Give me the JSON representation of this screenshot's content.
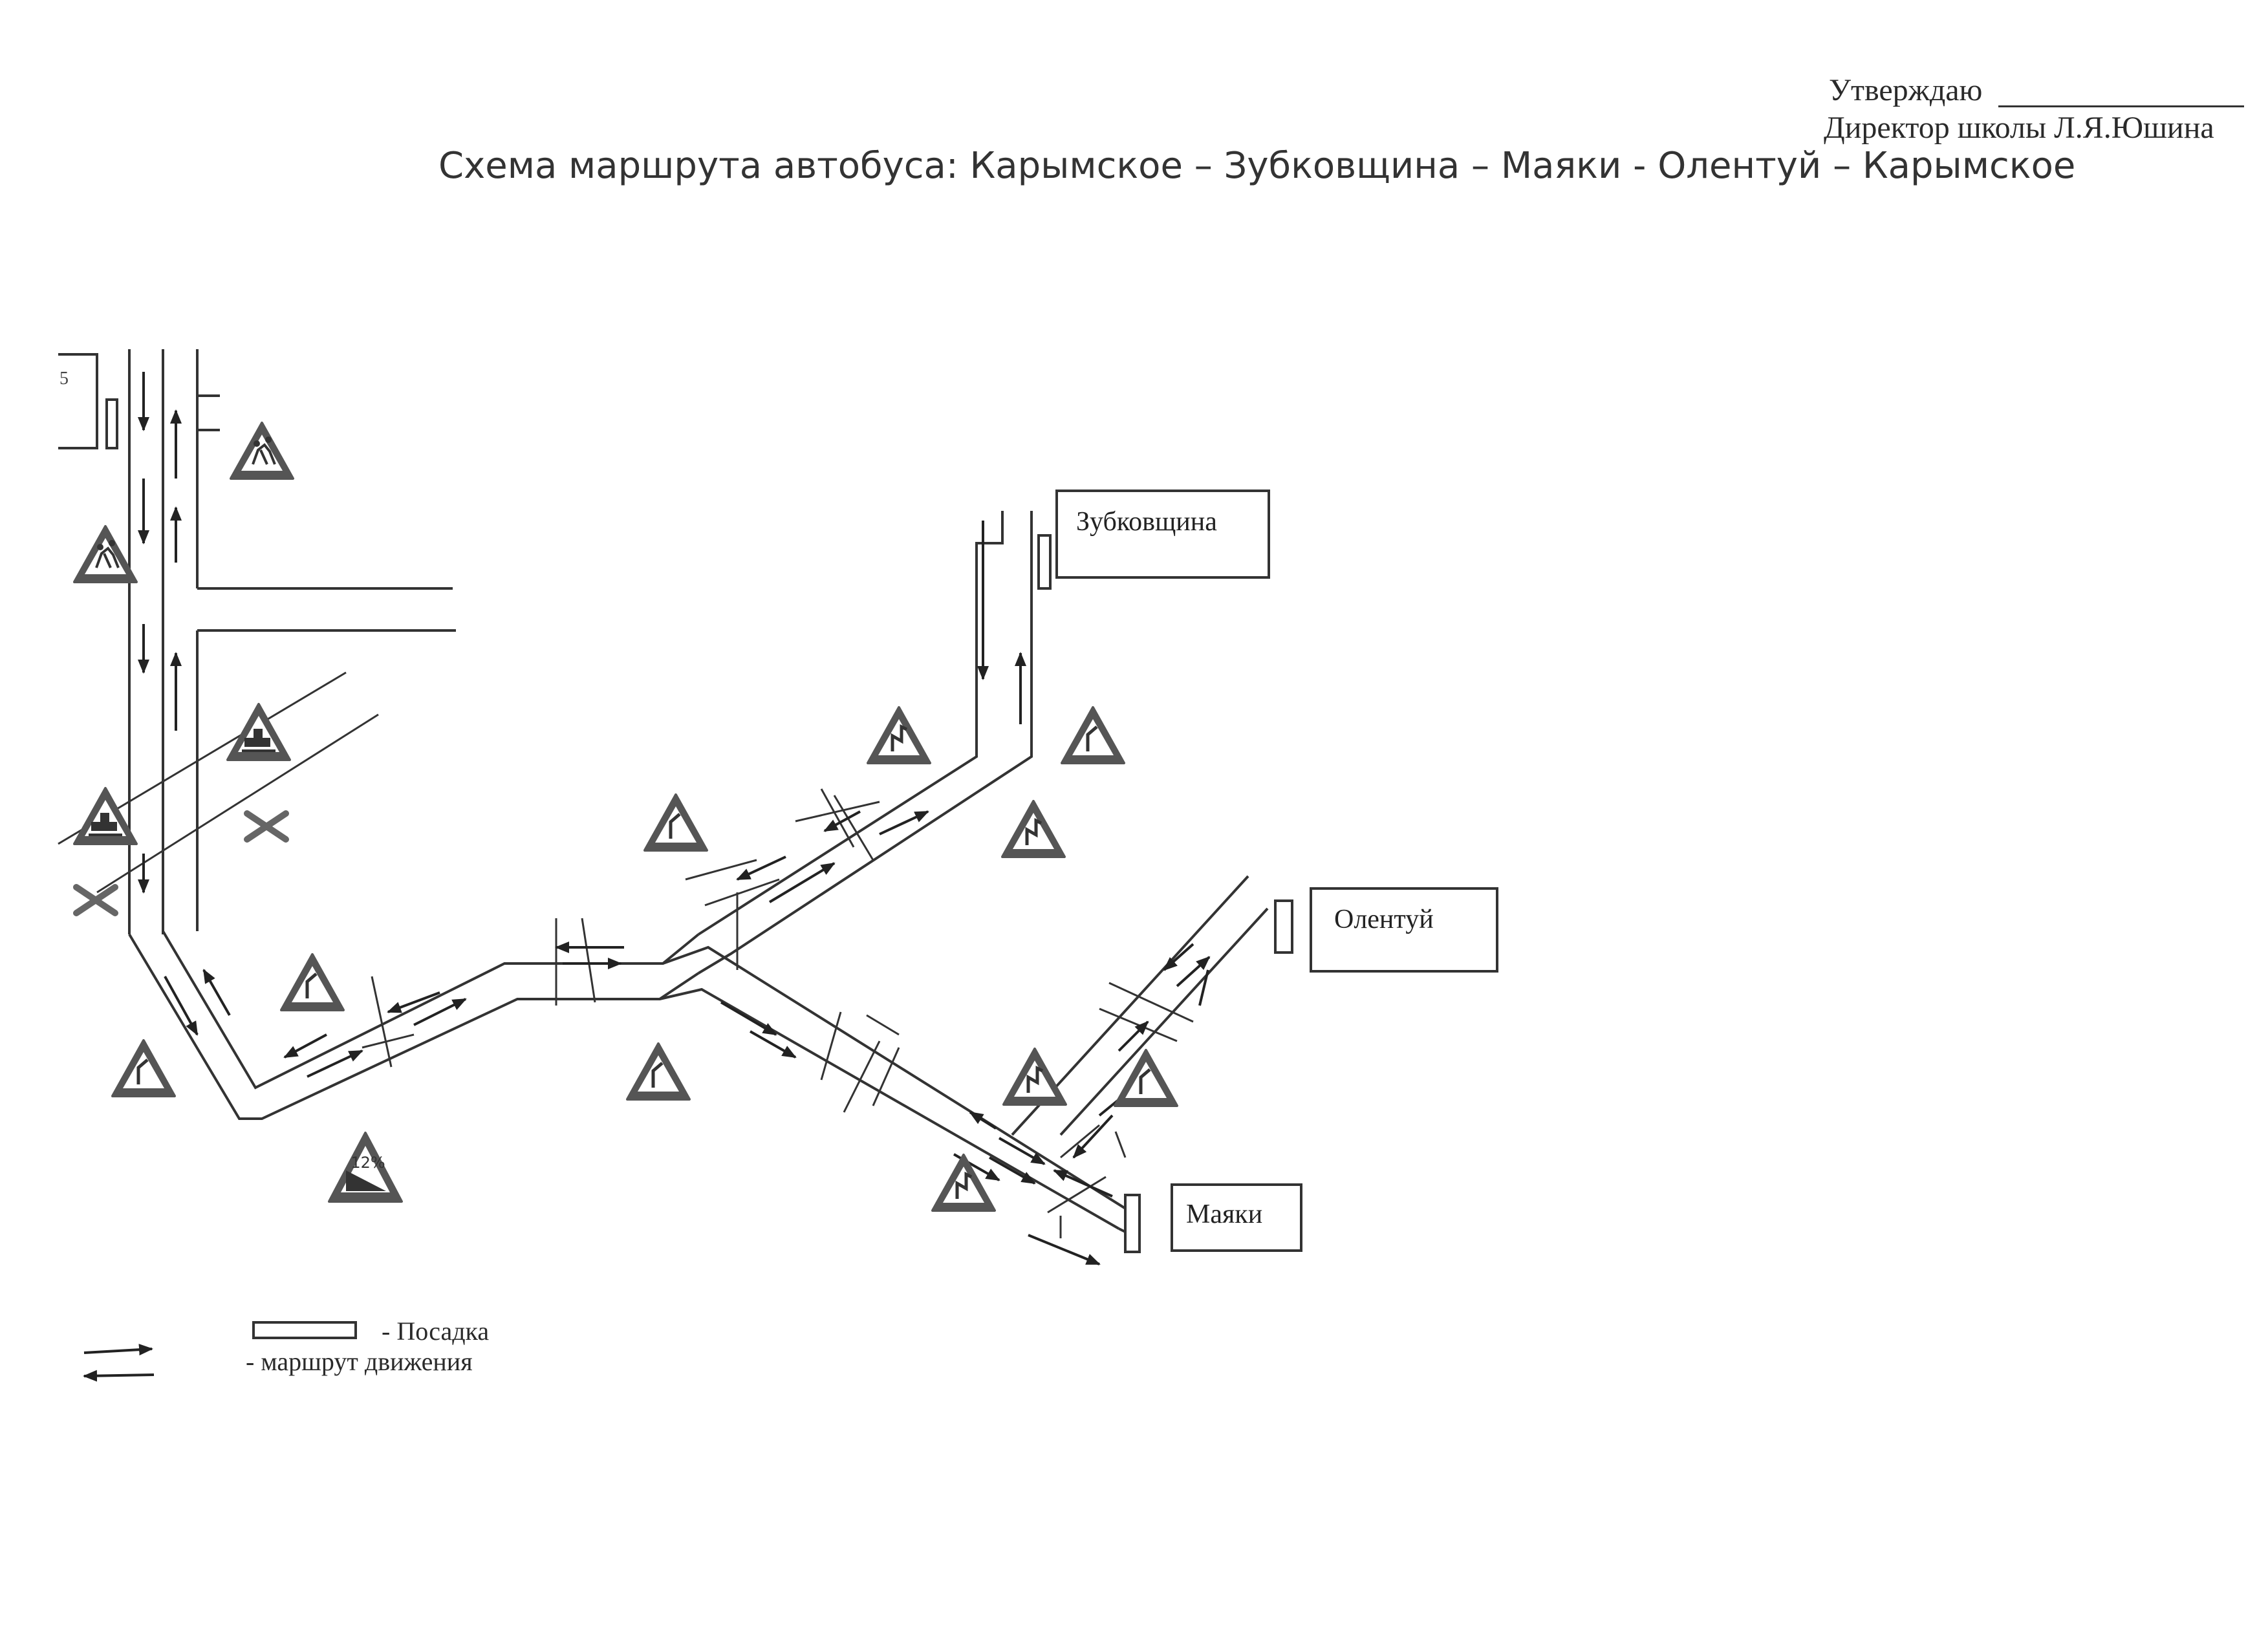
{
  "header": {
    "approve_label": "Утверждаю",
    "approver_title": "Директор школы Л.Я.Юшина",
    "title": "Схема маршрута автобуса: Карымское – Зубковщина – Маяки - Олентуй – Карымское"
  },
  "places": {
    "zubkovshchina": "Зубковщина",
    "olentuy": "Олентуй",
    "mayaki": "Маяки"
  },
  "corner_number": "5",
  "legend": {
    "stop_label": "- Посадка",
    "route_label": "- маршрут движения"
  },
  "signs": {
    "children": "children-warning-icon",
    "railway": "railway-crossing-icon",
    "curve": "dangerous-curve-icon",
    "winding": "winding-road-icon",
    "descent": "steep-descent-icon",
    "descent_text": "12%",
    "unguarded_crossing": "unguarded-railway-crossing-icon"
  }
}
